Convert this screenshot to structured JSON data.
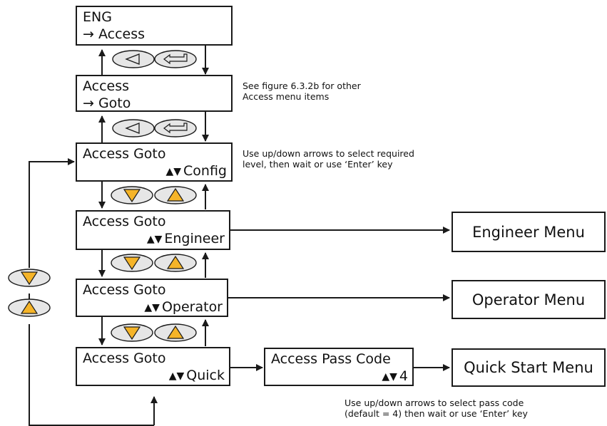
{
  "boxes": {
    "eng": {
      "line1": "ENG",
      "line2": "→ Access"
    },
    "access": {
      "line1": "Access",
      "line2": "→ Goto"
    },
    "goto_config": {
      "line1": "Access Goto",
      "value": "Config"
    },
    "goto_engineer": {
      "line1": "Access Goto",
      "value": "Engineer"
    },
    "goto_operator": {
      "line1": "Access Goto",
      "value": "Operator"
    },
    "goto_quick": {
      "line1": "Access Goto",
      "value": "Quick"
    },
    "pass_code": {
      "line1": "Access Pass Code",
      "value": "4"
    },
    "engineer_menu": {
      "label": "Engineer Menu"
    },
    "operator_menu": {
      "label": "Operator Menu"
    },
    "quick_start_menu": {
      "label": "Quick Start Menu"
    }
  },
  "notes": {
    "see_figure": [
      "See figure 6.3.2b for other",
      "Access menu items"
    ],
    "select_level": [
      "Use up/down arrows to select required",
      "level, then wait or use ‘Enter’ key"
    ],
    "select_pass": [
      "Use up/down arrows to select pass code",
      "(default = 4) then wait or use ‘Enter’ key"
    ]
  },
  "icons": {
    "updown_symbol": "▲▼",
    "key_fill": "#e6e6e6",
    "arrow_key_fill": "#f5b428",
    "line_color": "#1a1a1a"
  }
}
